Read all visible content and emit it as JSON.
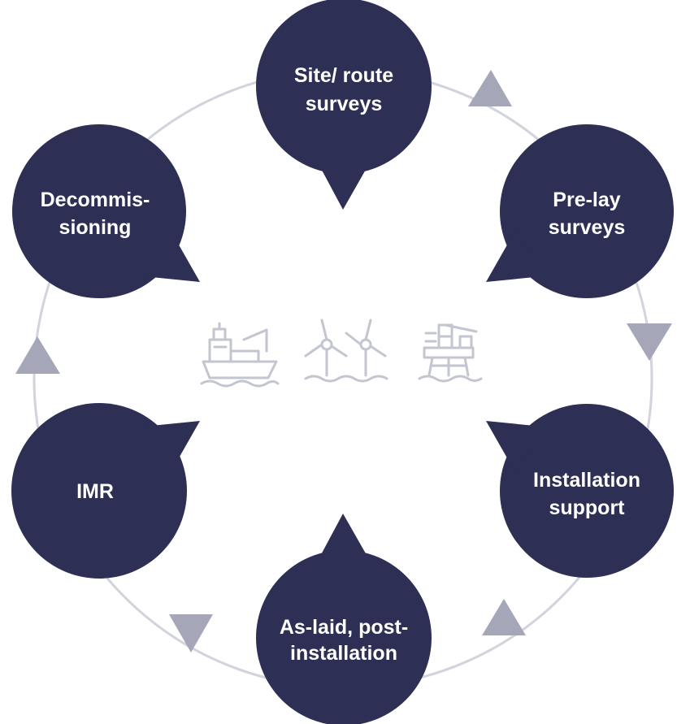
{
  "diagram": {
    "stages": [
      {
        "line1": "Site/ route",
        "line2": "surveys"
      },
      {
        "line1": "Pre-lay",
        "line2": "surveys"
      },
      {
        "line1": "Installation",
        "line2": "support"
      },
      {
        "line1": "As-laid, post-",
        "line2": "installation"
      },
      {
        "line1": "IMR",
        "line2": ""
      },
      {
        "line1": "Decommis-",
        "line2": "sioning"
      }
    ],
    "center_icons": [
      "ship-icon",
      "wind-turbines-icon",
      "offshore-platform-icon"
    ],
    "colors": {
      "bubble": "#2e2f55",
      "ring": "#d2d3dc",
      "arrow": "#a5a7b8",
      "icon": "#c3c5d0",
      "label": "#ffffff"
    }
  }
}
